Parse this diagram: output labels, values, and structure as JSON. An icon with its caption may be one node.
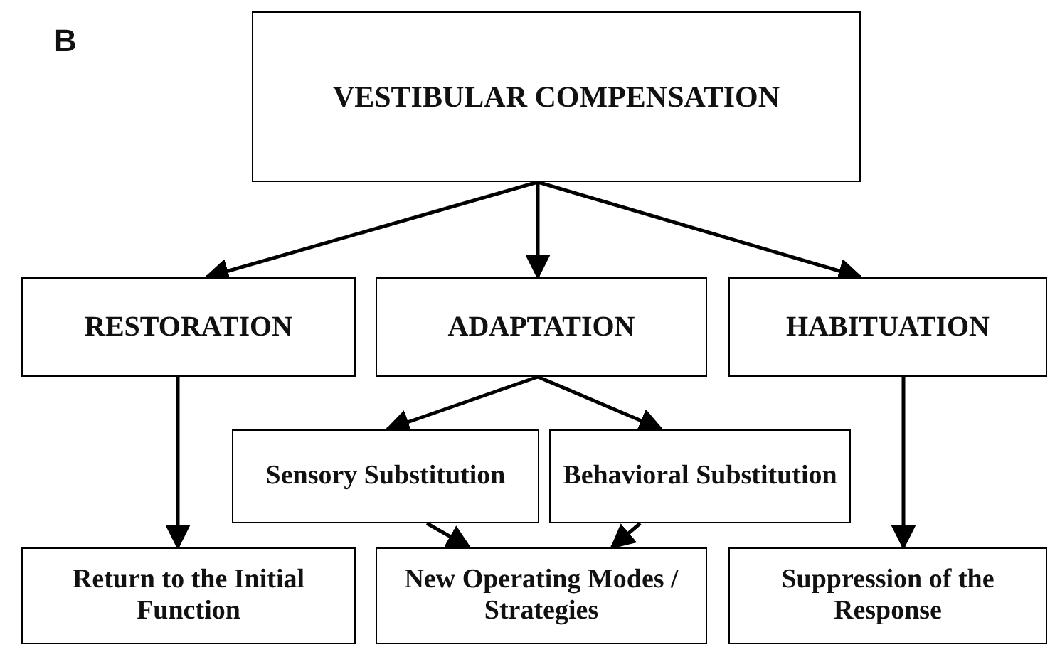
{
  "diagram": {
    "nodes": [
      {
        "text": [
          "VESTIBULAR COMPENSATION"
        ]
      },
      {
        "text": [
          "RESTORATION"
        ]
      },
      {
        "text": [
          "ADAPTATION"
        ]
      },
      {
        "text": [
          "HABITUATION"
        ]
      },
      {
        "text": [
          "Sensory Substitution"
        ]
      },
      {
        "text": [
          "Behavioral Substitution"
        ]
      },
      {
        "text": [
          "Return to the Initial Function"
        ]
      },
      {
        "text": [
          "New Operating Modes / Strategies"
        ]
      },
      {
        "text": [
          "Suppression of the Response"
        ]
      }
    ],
    "edges": [
      {
        "from": 0,
        "to": 1,
        "arrow": "to"
      },
      {
        "from": 0,
        "to": 2,
        "arrow": "to"
      },
      {
        "from": 0,
        "to": 3,
        "arrow": "to"
      },
      {
        "from": 2,
        "to": 4,
        "arrow": "to"
      },
      {
        "from": 2,
        "to": 5,
        "arrow": "to"
      },
      {
        "from": 1,
        "to": 6,
        "arrow": "to"
      },
      {
        "from": 3,
        "to": 8,
        "arrow": "to"
      },
      {
        "from": 4,
        "to": 7,
        "arrow": "to"
      },
      {
        "from": 5,
        "to": 7,
        "arrow": "to"
      }
    ],
    "labels": [
      "B"
    ]
  }
}
